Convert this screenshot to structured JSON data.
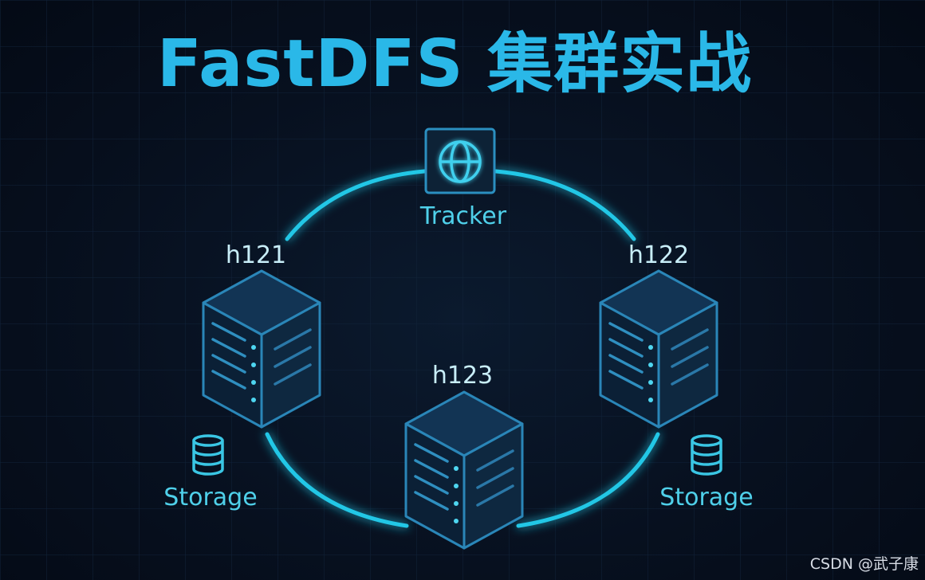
{
  "title": "FastDFS 集群实战",
  "tracker": {
    "label": "Tracker",
    "icon": "globe-icon"
  },
  "nodes": [
    {
      "id": "h121",
      "label": "h121",
      "icon": "server-icon"
    },
    {
      "id": "h122",
      "label": "h122",
      "icon": "server-icon"
    },
    {
      "id": "h123",
      "label": "h123",
      "icon": "server-icon"
    }
  ],
  "storage": [
    {
      "label": "Storage",
      "icon": "database-icon"
    },
    {
      "label": "Storage",
      "icon": "database-icon"
    }
  ],
  "watermark": "CSDN @武子康",
  "colors": {
    "background": "#060e1c",
    "accent": "#2ab8e8",
    "ring": "#22c7e6",
    "server_face": "#0d2a45",
    "server_stroke": "#1f6f9a"
  }
}
